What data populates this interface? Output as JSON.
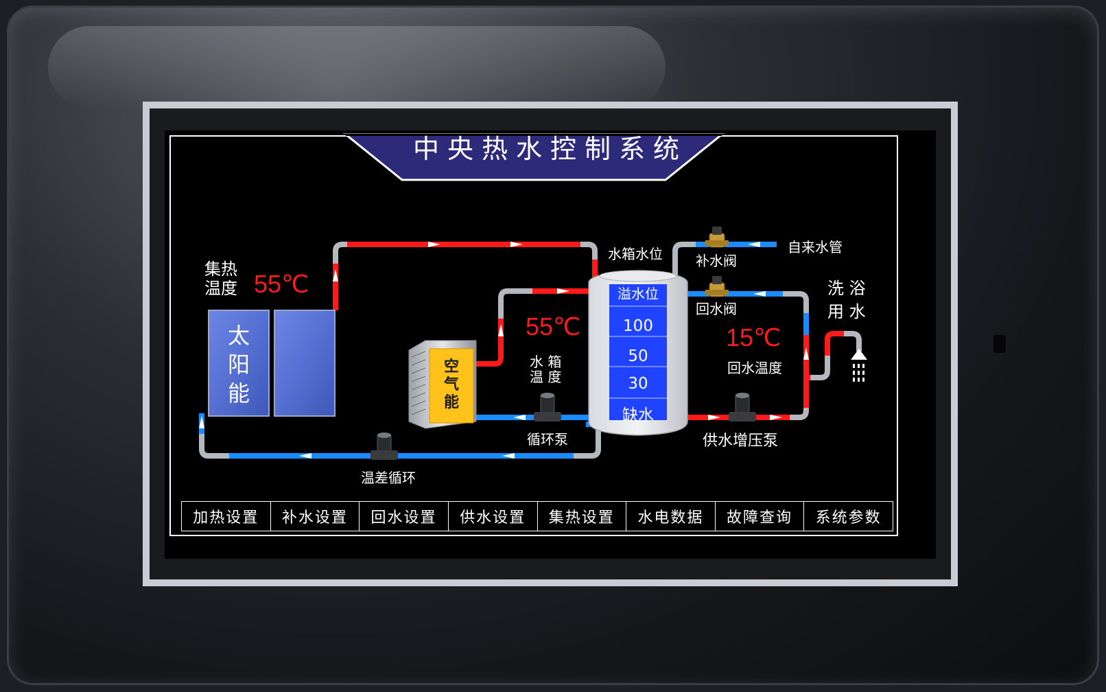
{
  "title": "中央热水控制系统",
  "solar": {
    "label_line1": "集热",
    "label_line2": "温度",
    "temperature": "55℃",
    "panel_text": "太阳能"
  },
  "heat_pump": {
    "label": "空气能",
    "outlet_temperature": "55℃"
  },
  "tank": {
    "level_label": "水箱水位",
    "temp_label_1": "水 箱",
    "temp_label_2": "温 度",
    "levels": [
      "溢水位",
      "100",
      "50",
      "30",
      "缺水"
    ]
  },
  "valves": {
    "makeup": "补水阀",
    "return": "回水阀"
  },
  "tap_water": "自来水管",
  "shower": {
    "line1": "洗 浴",
    "line2": "用 水"
  },
  "return": {
    "temperature": "15℃",
    "label": "回水温度"
  },
  "pumps": {
    "circulation": "循环泵",
    "booster": "供水增压泵",
    "differential": "温差循环"
  },
  "nav": [
    "加热设置",
    "补水设置",
    "回水设置",
    "供水设置",
    "集热设置",
    "水电数据",
    "故障查询",
    "系统参数"
  ],
  "colors": {
    "hot_pipe": "#ff1a1a",
    "cold_pipe": "#1a8cff",
    "neutral_pipe": "#b4b8bf",
    "title_bar": "#2d2a7a",
    "tank_level": "#1f43ff",
    "air_unit": "#ffc21a"
  }
}
